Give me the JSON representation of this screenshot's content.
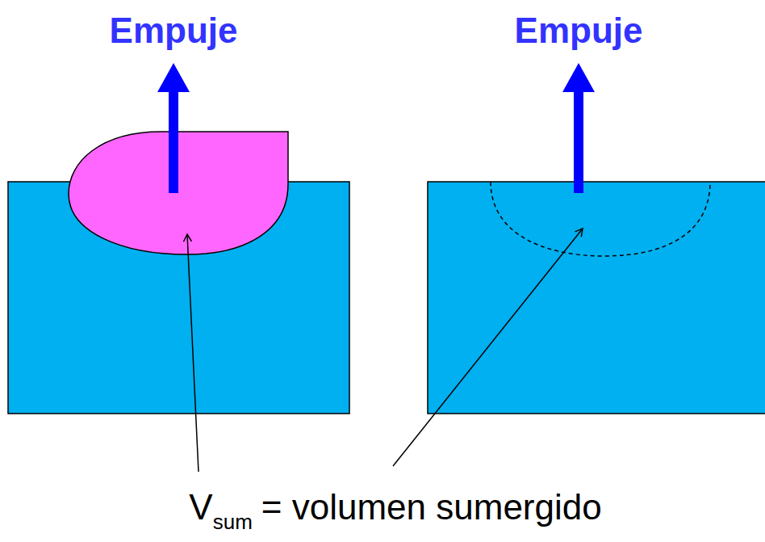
{
  "diagram": {
    "labels": [
      "Empuje",
      "Empuje",
      "V",
      "sum",
      "= volumen sumergido"
    ]
  }
}
